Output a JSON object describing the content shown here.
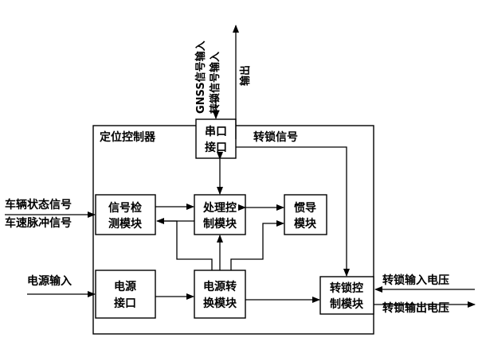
{
  "outer_label": "定位控制器",
  "lock_signal_label": "转锁信号",
  "blocks": {
    "serial": [
      "串口",
      "接口"
    ],
    "detect": [
      "信号检",
      "测模块"
    ],
    "process": [
      "处理控",
      "制模块"
    ],
    "inertial": [
      "惯导",
      "模块"
    ],
    "power_if": [
      "电源",
      "接口"
    ],
    "power_conv": [
      "电源转",
      "换模块"
    ],
    "lock_ctrl": [
      "转锁控",
      "制模块"
    ]
  },
  "external": {
    "gnss_in": "GNSS信号输入",
    "lock_in_top": "转锁信号输入",
    "output": "输出",
    "vehicle_state": "车辆状态信号",
    "speed_pulse": "车速脉冲信号",
    "power_in": "电源输入",
    "lock_v_in": "转锁输入电压",
    "lock_v_out": "转锁输出电压"
  }
}
